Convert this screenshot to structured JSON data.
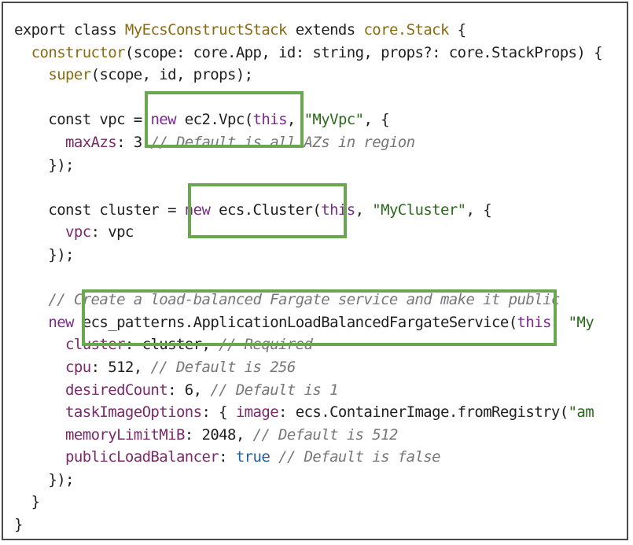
{
  "code_lines": [
    [
      {
        "t": "export class ",
        "c": "kw"
      },
      {
        "t": "MyEcsConstructStack",
        "c": "cls"
      },
      {
        "t": " extends ",
        "c": "kw"
      },
      {
        "t": "core.",
        "c": "cls"
      },
      {
        "t": "Stack",
        "c": "cls"
      },
      {
        "t": " {",
        "c": "kw"
      }
    ],
    [
      {
        "t": "  ",
        "c": "kw"
      },
      {
        "t": "constructor",
        "c": "cls"
      },
      {
        "t": "(scope: core.App, id: string, props?: core.StackProps) {",
        "c": "kw"
      }
    ],
    [
      {
        "t": "    ",
        "c": "kw"
      },
      {
        "t": "super",
        "c": "cls"
      },
      {
        "t": "(scope, id, props);",
        "c": "kw"
      }
    ],
    [],
    [
      {
        "t": "    const vpc = ",
        "c": "kw"
      },
      {
        "t": "new",
        "c": "fn"
      },
      {
        "t": " ec2.",
        "c": "kw"
      },
      {
        "t": "Vpc",
        "c": "kw"
      },
      {
        "t": "(",
        "c": "kw"
      },
      {
        "t": "this",
        "c": "fn"
      },
      {
        "t": ", ",
        "c": "kw"
      },
      {
        "t": "\"MyVpc\"",
        "c": "str"
      },
      {
        "t": ", {",
        "c": "kw"
      }
    ],
    [
      {
        "t": "      ",
        "c": "kw"
      },
      {
        "t": "maxAzs",
        "c": "prop"
      },
      {
        "t": ": 3 ",
        "c": "kw"
      },
      {
        "t": "// Default is all AZs in region",
        "c": "com"
      }
    ],
    [
      {
        "t": "    });",
        "c": "kw"
      }
    ],
    [],
    [
      {
        "t": "    const cluster = ",
        "c": "kw"
      },
      {
        "t": "new",
        "c": "fn"
      },
      {
        "t": " ecs.",
        "c": "kw"
      },
      {
        "t": "Cluster",
        "c": "kw"
      },
      {
        "t": "(",
        "c": "kw"
      },
      {
        "t": "this",
        "c": "fn"
      },
      {
        "t": ", ",
        "c": "kw"
      },
      {
        "t": "\"MyCluster\"",
        "c": "str"
      },
      {
        "t": ", {",
        "c": "kw"
      }
    ],
    [
      {
        "t": "      ",
        "c": "kw"
      },
      {
        "t": "vpc",
        "c": "prop"
      },
      {
        "t": ": vpc",
        "c": "kw"
      }
    ],
    [
      {
        "t": "    });",
        "c": "kw"
      }
    ],
    [],
    [
      {
        "t": "    ",
        "c": "kw"
      },
      {
        "t": "// Create a load-balanced Fargate service and make it public",
        "c": "com"
      }
    ],
    [
      {
        "t": "    ",
        "c": "kw"
      },
      {
        "t": "new",
        "c": "fn"
      },
      {
        "t": " ecs_patterns.",
        "c": "kw"
      },
      {
        "t": "ApplicationLoadBalancedFargateService",
        "c": "kw"
      },
      {
        "t": "(",
        "c": "kw"
      },
      {
        "t": "this",
        "c": "fn"
      },
      {
        "t": ", ",
        "c": "kw"
      },
      {
        "t": "\"My",
        "c": "str"
      }
    ],
    [
      {
        "t": "      ",
        "c": "kw"
      },
      {
        "t": "cluster",
        "c": "prop"
      },
      {
        "t": ": cluster, ",
        "c": "kw"
      },
      {
        "t": "// Required",
        "c": "com"
      }
    ],
    [
      {
        "t": "      ",
        "c": "kw"
      },
      {
        "t": "cpu",
        "c": "prop"
      },
      {
        "t": ": 512, ",
        "c": "kw"
      },
      {
        "t": "// Default is 256",
        "c": "com"
      }
    ],
    [
      {
        "t": "      ",
        "c": "kw"
      },
      {
        "t": "desiredCount",
        "c": "prop"
      },
      {
        "t": ": 6, ",
        "c": "kw"
      },
      {
        "t": "// Default is 1",
        "c": "com"
      }
    ],
    [
      {
        "t": "      ",
        "c": "kw"
      },
      {
        "t": "taskImageOptions",
        "c": "prop"
      },
      {
        "t": ": { ",
        "c": "kw"
      },
      {
        "t": "image",
        "c": "prop"
      },
      {
        "t": ": ecs.ContainerImage.",
        "c": "kw"
      },
      {
        "t": "fromRegistry",
        "c": "kw"
      },
      {
        "t": "(",
        "c": "kw"
      },
      {
        "t": "\"am",
        "c": "str"
      }
    ],
    [
      {
        "t": "      ",
        "c": "kw"
      },
      {
        "t": "memoryLimitMiB",
        "c": "prop"
      },
      {
        "t": ": 2048, ",
        "c": "kw"
      },
      {
        "t": "// Default is 512",
        "c": "com"
      }
    ],
    [
      {
        "t": "      ",
        "c": "kw"
      },
      {
        "t": "publicLoadBalancer",
        "c": "prop"
      },
      {
        "t": ": ",
        "c": "kw"
      },
      {
        "t": "true",
        "c": "bool"
      },
      {
        "t": " ",
        "c": "kw"
      },
      {
        "t": "// Default is false",
        "c": "com"
      }
    ],
    [
      {
        "t": "    });",
        "c": "kw"
      }
    ],
    [
      {
        "t": "  }",
        "c": "kw"
      }
    ],
    [
      {
        "t": "}",
        "c": "kw"
      }
    ]
  ],
  "highlight_color": "#6aa84f"
}
